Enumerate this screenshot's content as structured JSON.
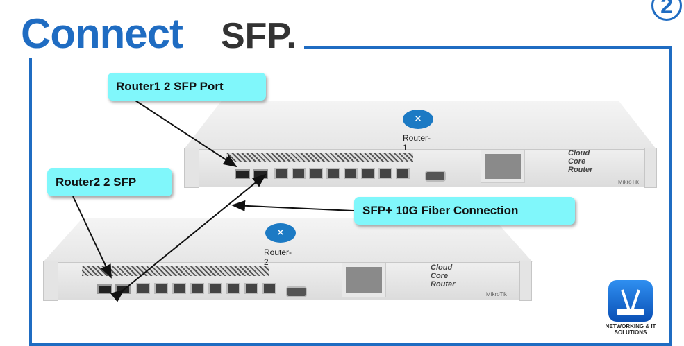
{
  "title": {
    "part1": "Connect",
    "part2": "SFP.",
    "step": "2"
  },
  "callouts": {
    "router1": "Router1  2 SFP Port",
    "router2": "Router2 2 SFP",
    "fiber": "SFP+ 10G Fiber Connection"
  },
  "routers": [
    {
      "label": "Router-1",
      "model": "Cloud Core Router",
      "brand": "MikroTik"
    },
    {
      "label": "Router-2",
      "model": "Cloud Core Router",
      "brand": "MikroTik"
    }
  ],
  "logo": {
    "text": "NETWORKING & IT SOLUTIONS"
  },
  "colors": {
    "brand_blue": "#1f6cc2",
    "callout": "#80f7fb"
  }
}
